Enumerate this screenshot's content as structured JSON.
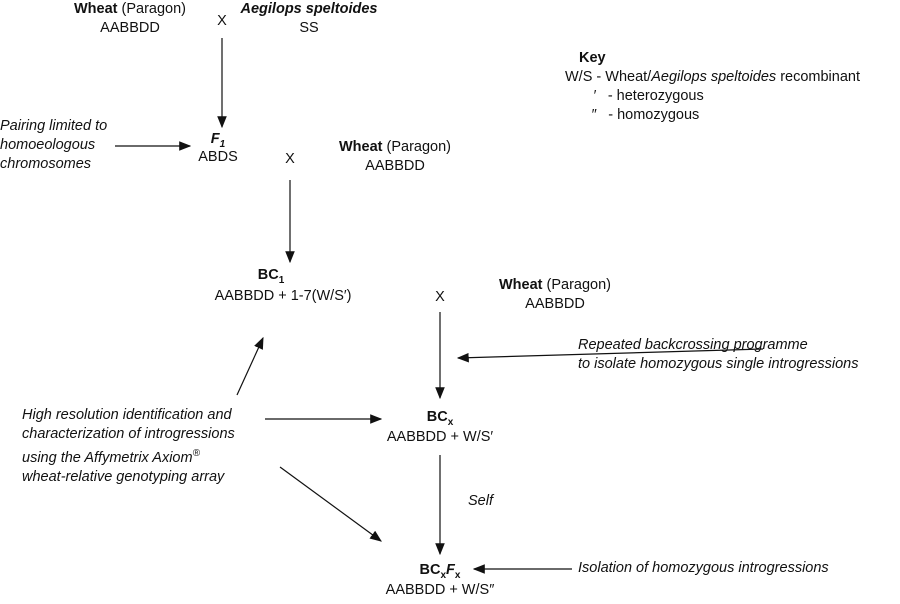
{
  "parent1": {
    "name": "Wheat",
    "variety": "(Paragon)",
    "genome": "AABBDD"
  },
  "cross_symbol": "X",
  "parent2": {
    "name": "Aegilops speltoides",
    "genome": "SS"
  },
  "f1": {
    "label": "F",
    "sub": "1",
    "genome": "ABDS"
  },
  "pairing_note": [
    "Pairing limited to",
    "homoeologous",
    "chromosomes"
  ],
  "wheat_backcross": {
    "name": "Wheat",
    "variety": "(Paragon)",
    "genome": "AABBDD"
  },
  "bc1": {
    "label": "BC",
    "sub": "1",
    "genome": "AABBDD + 1-7(W/S′)"
  },
  "bcx": {
    "label": "BC",
    "sub": "x",
    "genome": "AABBDD + W/S′"
  },
  "bcxfx": {
    "label1": "BC",
    "sub1": "x",
    "label2": "F",
    "sub2": "x",
    "genome": "AABBDD + W/S″"
  },
  "self_label": "Self",
  "repeated_note": [
    "Repeated backcrossing programme",
    "to isolate homozygous single introgressions"
  ],
  "identification_note": [
    "High resolution identification and",
    "characterization of introgressions",
    "using the Affymetrix Axiom",
    "®",
    "wheat-relative genotyping array"
  ],
  "isolation_note": "Isolation of homozygous introgressions",
  "key": {
    "title": "Key",
    "ws_prefix": "W/S - Wheat/",
    "ws_italic": "Aegilops speltoides",
    "ws_suffix": " recombinant",
    "het_symbol": "′",
    "het_label": "- heterozygous",
    "hom_symbol": "″",
    "hom_label": "- homozygous"
  }
}
